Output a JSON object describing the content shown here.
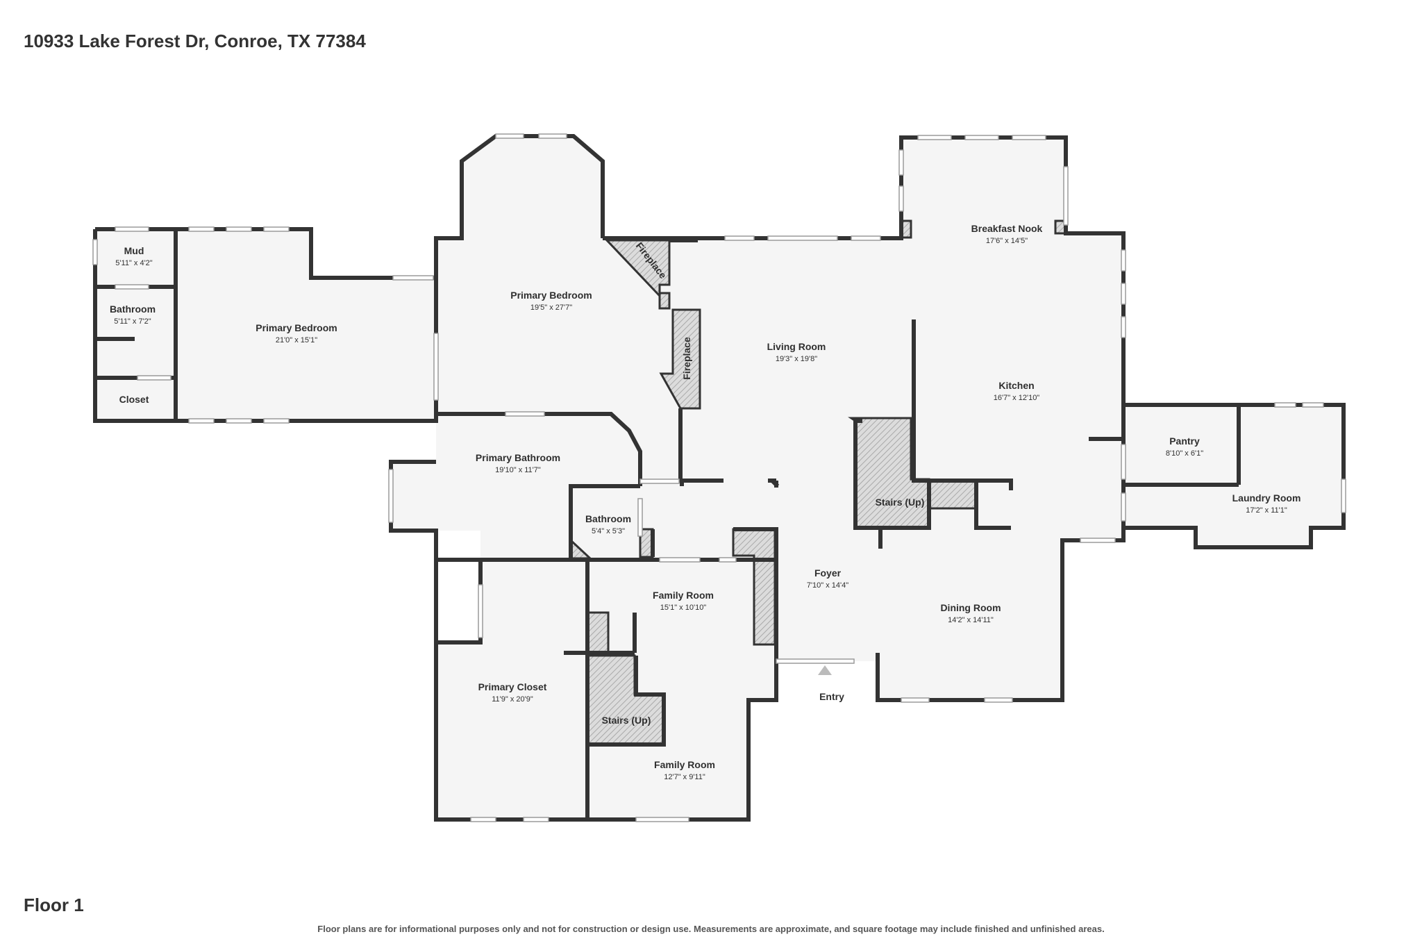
{
  "header": {
    "address": "10933 Lake Forest Dr, Conroe, TX 77384"
  },
  "footer": {
    "floor": "Floor 1",
    "disclaimer": "Floor plans are for informational purposes only and not for construction or design use. Measurements are approximate, and square footage may include finished and unfinished areas."
  },
  "colors": {
    "wall": "#333333",
    "floor": "#f5f5f5",
    "hatch": "#cfcfcf",
    "window": "#ffffff"
  },
  "rooms": [
    {
      "id": "mud",
      "name": "Mud",
      "dims": "5'11\" x 4'2\""
    },
    {
      "id": "bath-left",
      "name": "Bathroom",
      "dims": "5'11\" x 7'2\""
    },
    {
      "id": "closet-left",
      "name": "Closet",
      "dims": ""
    },
    {
      "id": "primary-bed-west",
      "name": "Primary Bedroom",
      "dims": "21'0\" x 15'1\""
    },
    {
      "id": "primary-bed",
      "name": "Primary Bedroom",
      "dims": "19'5\" x 27'7\""
    },
    {
      "id": "living",
      "name": "Living Room",
      "dims": "19'3\" x 19'8\""
    },
    {
      "id": "nook",
      "name": "Breakfast Nook",
      "dims": "17'6\" x 14'5\""
    },
    {
      "id": "kitchen",
      "name": "Kitchen",
      "dims": "16'7\" x 12'10\""
    },
    {
      "id": "pantry",
      "name": "Pantry",
      "dims": "8'10\" x 6'1\""
    },
    {
      "id": "laundry",
      "name": "Laundry Room",
      "dims": "17'2\" x 11'1\""
    },
    {
      "id": "primary-bath",
      "name": "Primary Bathroom",
      "dims": "19'10\" x 11'7\""
    },
    {
      "id": "bath-small",
      "name": "Bathroom",
      "dims": "5'4\" x 5'3\""
    },
    {
      "id": "family-1",
      "name": "Family Room",
      "dims": "15'1\" x 10'10\""
    },
    {
      "id": "foyer",
      "name": "Foyer",
      "dims": "7'10\" x 14'4\""
    },
    {
      "id": "dining",
      "name": "Dining Room",
      "dims": "14'2\" x 14'11\""
    },
    {
      "id": "primary-closet",
      "name": "Primary Closet",
      "dims": "11'9\" x 20'9\""
    },
    {
      "id": "family-2",
      "name": "Family Room",
      "dims": "12'7\" x 9'11\""
    }
  ],
  "features": {
    "fireplace_1": "Fireplace",
    "fireplace_2": "Fireplace",
    "stairs_1": "Stairs (Up)",
    "stairs_2": "Stairs (Up)",
    "entry": "Entry"
  }
}
